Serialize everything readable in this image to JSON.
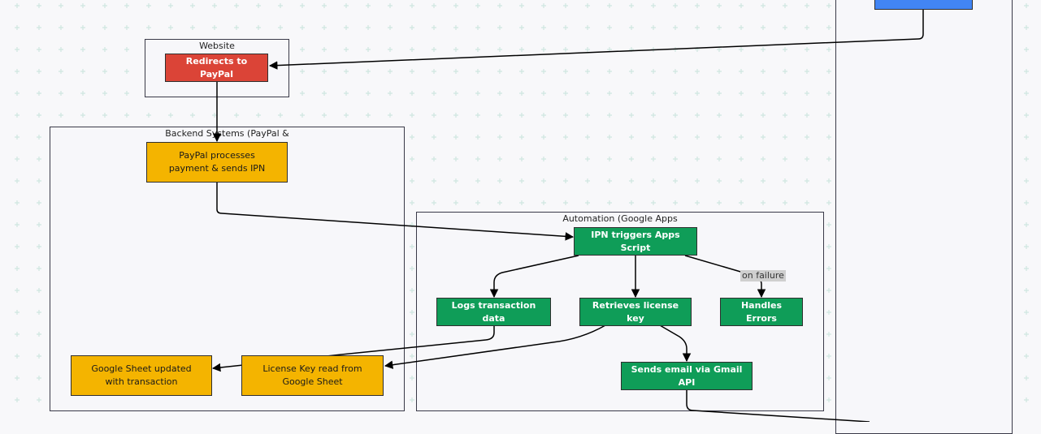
{
  "clusters": {
    "website": "Website",
    "backend": "Backend Systems (PayPal &",
    "automation": "Automation (Google Apps"
  },
  "nodes": {
    "redirect": "Redirects to PayPal",
    "paypal": "PayPal processes payment & sends IPN",
    "ipn": "IPN triggers Apps Script",
    "logs": "Logs transaction data",
    "retrieve": "Retrieves license key",
    "errors": "Handles Errors",
    "email": "Sends email via Gmail API",
    "sheet_updated": "Google Sheet updated with transaction",
    "license_read": "License Key read from Google Sheet"
  },
  "edge_labels": {
    "on_failure": "on failure"
  },
  "colors": {
    "red": "#db4437",
    "yellow": "#f4b400",
    "green": "#0f9d58",
    "blue": "#4285f4"
  }
}
